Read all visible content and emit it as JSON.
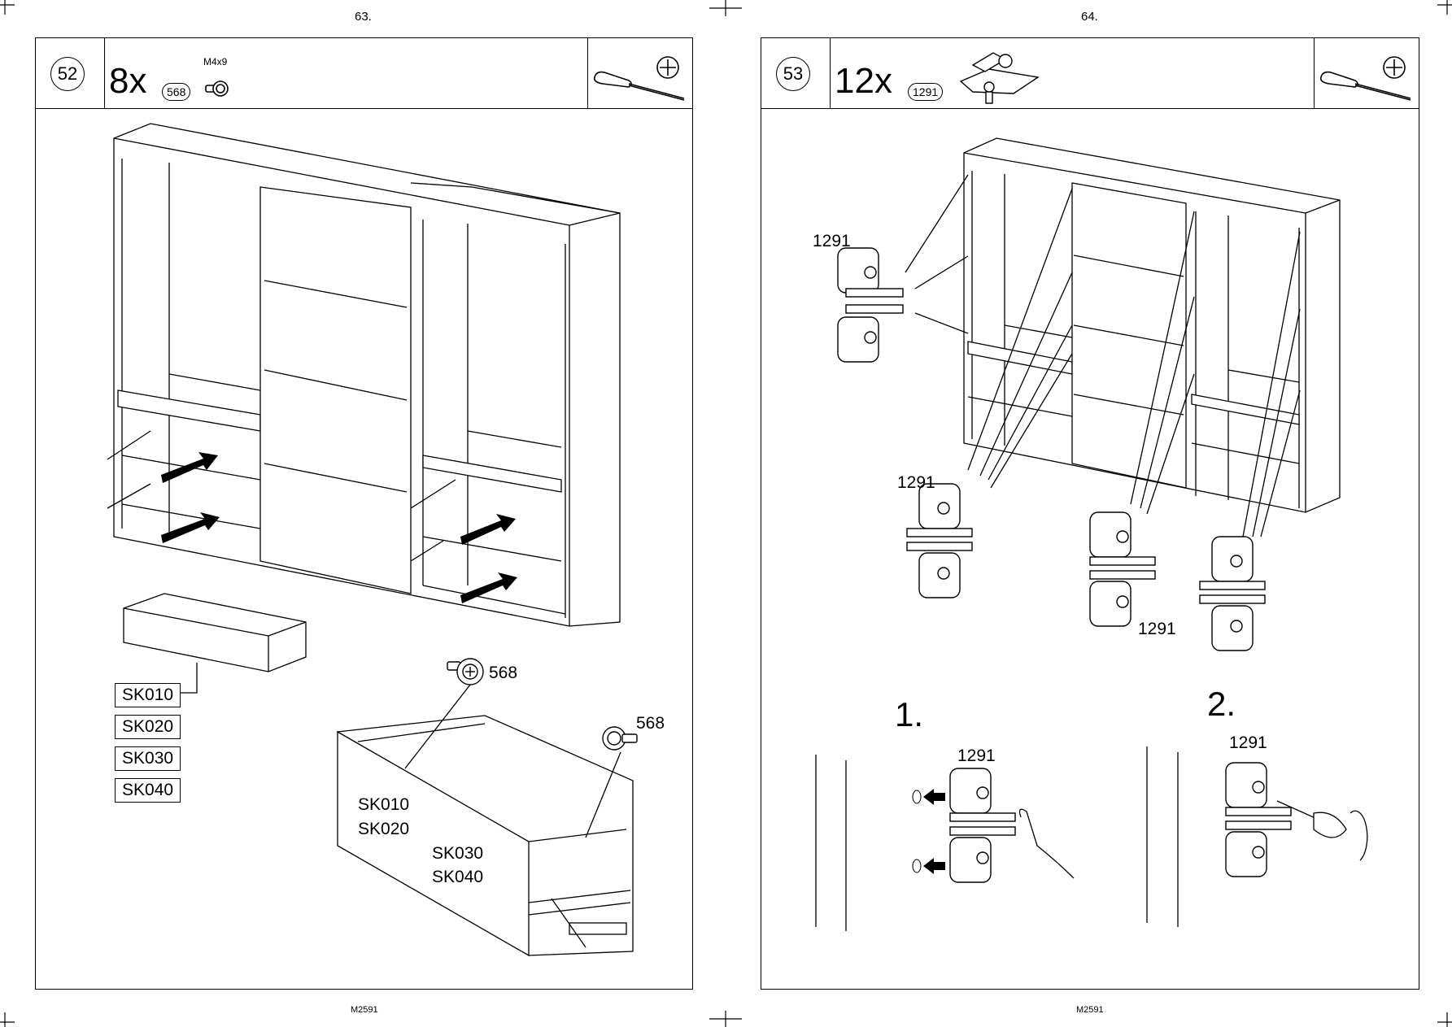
{
  "left_page": {
    "page_number": "63.",
    "step": "52",
    "quantity": "8x",
    "part_ref": "568",
    "screw_size": "M4x9",
    "drawer_codes": [
      "SK010",
      "SK020",
      "SK030",
      "SK040"
    ],
    "detail_screw_labels": [
      "568",
      "568"
    ],
    "detail_codes_front": [
      "SK010",
      "SK020"
    ],
    "detail_codes_back": [
      "SK030",
      "SK040"
    ],
    "footer": "M2591"
  },
  "right_page": {
    "page_number": "64.",
    "step": "53",
    "quantity": "12x",
    "part_ref": "1291",
    "hinge_labels": [
      "1291",
      "1291",
      "1291",
      "1291",
      "1291"
    ],
    "substep_1": "1.",
    "substep_2": "2.",
    "footer": "M2591"
  },
  "icons": [
    "screwdriver-icon",
    "phillips-head-icon",
    "screw-icon",
    "hinge-plate-icon",
    "arrow-icon",
    "rotate-arrow-icon",
    "hand-icon"
  ]
}
